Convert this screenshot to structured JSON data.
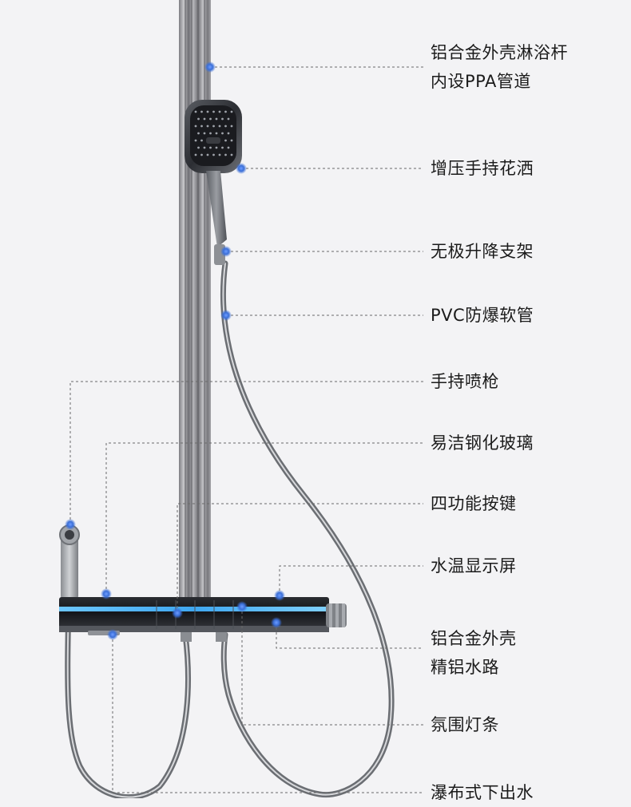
{
  "annotations": [
    {
      "id": "rod",
      "lines": [
        "铝合金外壳淋浴杆",
        "内设PPA管道"
      ]
    },
    {
      "id": "hand-shower",
      "lines": [
        "增压手持花洒"
      ]
    },
    {
      "id": "bracket",
      "lines": [
        "无极升降支架"
      ]
    },
    {
      "id": "hose",
      "lines": [
        "PVC防爆软管"
      ]
    },
    {
      "id": "spray-gun",
      "lines": [
        "手持喷枪"
      ]
    },
    {
      "id": "glass",
      "lines": [
        "易洁钢化玻璃"
      ]
    },
    {
      "id": "buttons",
      "lines": [
        "四功能按键"
      ]
    },
    {
      "id": "display",
      "lines": [
        "水温显示屏"
      ]
    },
    {
      "id": "housing",
      "lines": [
        "铝合金外壳",
        "精铝水路"
      ]
    },
    {
      "id": "light-strip",
      "lines": [
        "氛围灯条"
      ]
    },
    {
      "id": "waterfall",
      "lines": [
        "瀑布式下出水"
      ]
    }
  ],
  "colors": {
    "background": "#f3f3f5",
    "leader_line": "#6a6a6a",
    "dot": "#3b6fd8",
    "metal": "#8e8e93",
    "dark_panel": "#1e2024",
    "ambient_light": "#3fa7f0"
  }
}
